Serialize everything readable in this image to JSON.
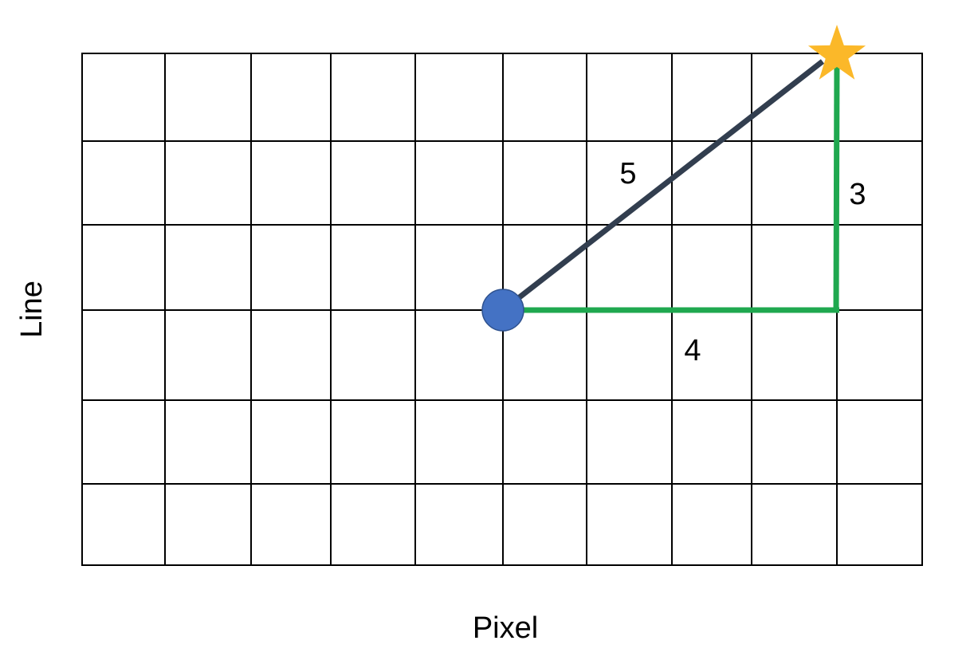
{
  "axes": {
    "x_label": "Pixel",
    "y_label": "Line"
  },
  "grid": {
    "columns": 10,
    "rows": 6
  },
  "points": {
    "origin": {
      "col": 5,
      "row": 3,
      "color": "#4472c4",
      "icon": "circle-marker"
    },
    "target": {
      "col": 9,
      "row": 0,
      "color": "#fbb829",
      "icon": "star-marker"
    }
  },
  "segments": {
    "hypotenuse": {
      "label": "5",
      "color": "#323e4f"
    },
    "horizontal": {
      "label": "4",
      "color": "#1fa84f"
    },
    "vertical": {
      "label": "3",
      "color": "#1fa84f"
    }
  }
}
